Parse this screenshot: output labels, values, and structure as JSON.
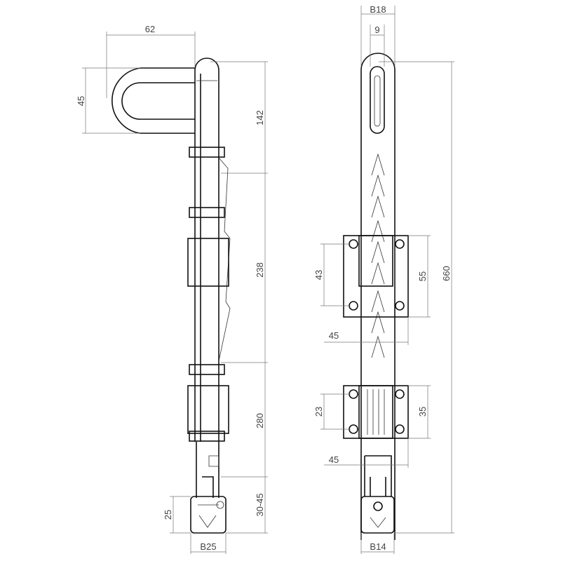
{
  "title": "Espagnolette bolt technical drawing",
  "side_view": {
    "handle_width": "62",
    "handle_height": "45",
    "segment_top": "142",
    "segment_middle": "238",
    "segment_lower": "280",
    "segment_bottom": "30-45",
    "foot_height": "25",
    "tube_diameter": "B25"
  },
  "front_view": {
    "tube_diameter": "B18",
    "slot_width": "9",
    "total_length": "660",
    "upper_plate_hole_spacing": "43",
    "upper_plate_height": "55",
    "upper_plate_width": "45",
    "lower_plate_hole_spacing": "23",
    "lower_plate_height": "35",
    "lower_plate_width": "45",
    "foot_diameter": "B14"
  }
}
